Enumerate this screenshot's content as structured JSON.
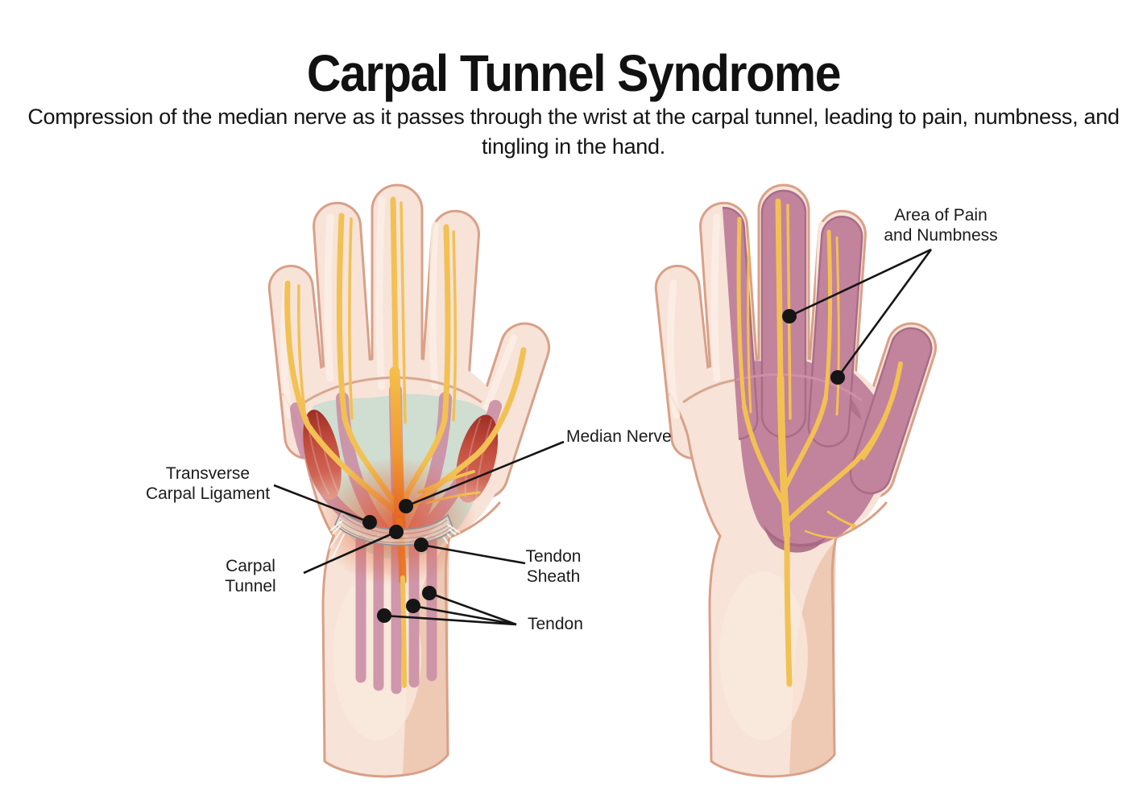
{
  "title": "Carpal Tunnel Syndrome",
  "subtitle": {
    "line1": "Compression of the median nerve as it passes through the wrist at the carpal",
    "line2": "tunnel, leading to pain, numbness, and tingling in the hand."
  },
  "labels": {
    "transverse_carpal_ligament": {
      "line1": "Transverse",
      "line2": "Carpal Ligament"
    },
    "carpal_tunnel": {
      "line1": "Carpal",
      "line2": "Tunnel"
    },
    "median_nerve": {
      "text": "Median Nerve"
    },
    "tendon_sheath": {
      "line1": "Tendon",
      "line2": "Sheath"
    },
    "tendon": {
      "text": "Tendon"
    },
    "area_of_pain": {
      "line1": "Area of Pain",
      "line2": "and Numbness"
    }
  },
  "colors": {
    "skin": "#f7e3d8",
    "skin-shadow": "#ebc3ac",
    "skin-outline": "#d9a088",
    "tendon-pink": "#cb8fa6",
    "nerve-yellow": "#f2c153",
    "median-orange": "#e8641f",
    "inflamed-red": "#dd5024",
    "muscle-red": "#b23b30",
    "carpal-green": "#cddcd1",
    "pain-mauve": "#c2839d",
    "pain-mauve-dark": "#a5647f",
    "label-text": "#1b1b1b",
    "leader-line": "#151515"
  }
}
